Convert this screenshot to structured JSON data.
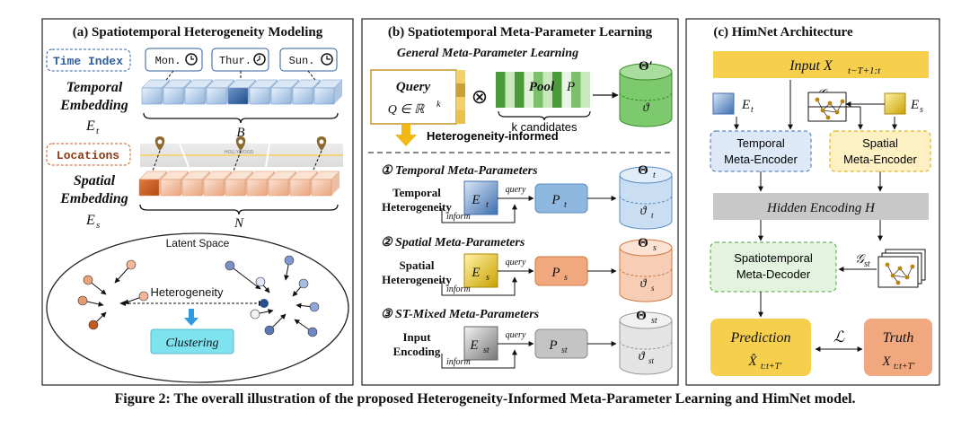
{
  "panel_a": {
    "title": "(a) Spatiotemporal Heterogeneity Modeling",
    "time_index": "Time Index",
    "days": [
      "Mon.",
      "Thur.",
      "Sun."
    ],
    "temporal_embedding": [
      "Temporal",
      "Embedding"
    ],
    "e_t": "E",
    "e_t_sub": "t",
    "b_label": "B",
    "locations": "Locations",
    "map_text": "HOLLYWOOD",
    "spatial_embedding": [
      "Spatial",
      "Embedding"
    ],
    "e_s": "E",
    "e_s_sub": "s",
    "n_label": "N",
    "latent_space": "Latent Space",
    "heterogeneity": "Heterogeneity",
    "clustering": "Clustering"
  },
  "panel_b": {
    "title": "(b) Spatiotemporal Meta-Parameter Learning",
    "general": "General Meta-Parameter Learning",
    "query": "Query",
    "query_math": "Q ∈ ℝ",
    "query_sup": "k",
    "otimes": "⊗",
    "pool": "Pool",
    "pool_p": "P",
    "k_candidates": "k candidates",
    "theta_prime": "Θ′",
    "vartheta": "ϑ",
    "heterogeneity_informed": "Heterogeneity-informed",
    "temporal_mp": "① Temporal Meta-Parameters",
    "temporal_het": [
      "Temporal",
      "Heterogeneity"
    ],
    "spatial_mp": "② Spatial Meta-Parameters",
    "spatial_het": [
      "Spatial",
      "Heterogeneity"
    ],
    "st_mp": "③ ST-Mixed Meta-Parameters",
    "input_encoding": [
      "Input",
      "Encoding"
    ],
    "query_label": "query",
    "inform_label": "inform",
    "sub_t": "t",
    "sub_s": "s",
    "sub_st": "st",
    "E": "E",
    "P": "P",
    "Theta": "Θ"
  },
  "panel_c": {
    "title": "(c) HimNet Architecture",
    "input": "Input X",
    "input_sub": "t−T+1:t",
    "e_t": "E",
    "e_t_sub": "t",
    "g": "𝒢",
    "e_s": "E",
    "e_s_sub": "s",
    "temporal_encoder": [
      "Temporal",
      "Meta-Encoder"
    ],
    "spatial_encoder": [
      "Spatial",
      "Meta-Encoder"
    ],
    "hidden": "Hidden Encoding H",
    "decoder": [
      "Spatiotemporal",
      "Meta-Decoder"
    ],
    "g_st": "𝒢",
    "g_st_sub": "st",
    "prediction": "Prediction",
    "pred_math": "X̂",
    "pred_sub": "t:t+T′",
    "loss": "ℒ",
    "truth": "Truth",
    "truth_math": "X",
    "truth_sub": "t:t+T′"
  },
  "caption": "Figure 2: The overall illustration of the proposed Heterogeneity-Informed Meta-Parameter Learning and HimNet model.",
  "colors": {
    "blue": "#8fb3dc",
    "dark_blue": "#2e5f9e",
    "orange": "#e9a27a",
    "dark_orange": "#c45a22",
    "green": "#6bbf5e",
    "yellow": "#f6d04d",
    "gray": "#c8c8c8",
    "cyan": "#7fe3ef"
  }
}
